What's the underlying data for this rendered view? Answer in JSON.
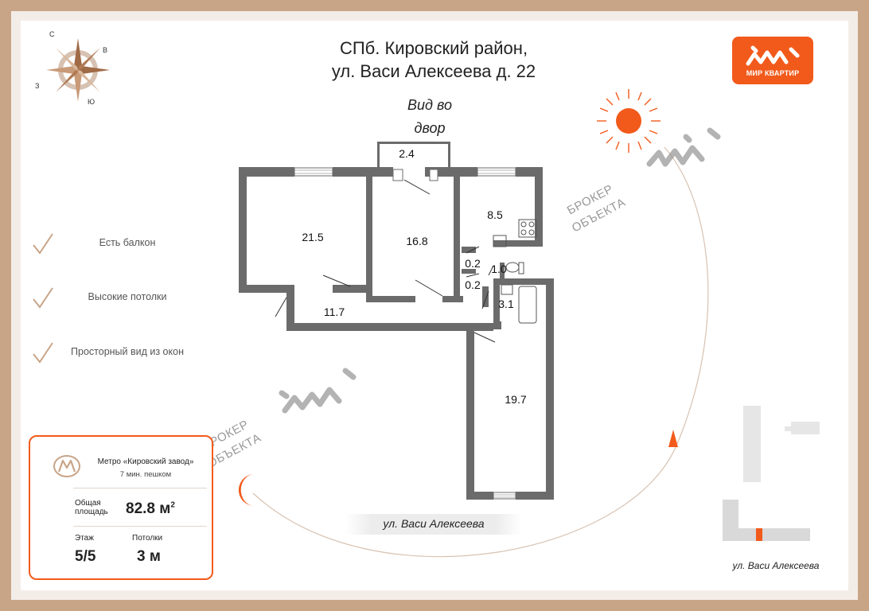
{
  "header": {
    "title_line1": "СПб. Кировский район,",
    "title_line2": "ул. Васи Алексеева д. 22",
    "view_line1": "Вид во",
    "view_line2": "двор"
  },
  "logo": {
    "brand": "МИР КВАРТИР"
  },
  "compass": {
    "north": "С",
    "east": "В",
    "west": "З",
    "south": "Ю"
  },
  "features": [
    {
      "label": "Есть балкон"
    },
    {
      "label": "Высокие потолки"
    },
    {
      "label": "Просторный вид из окон"
    }
  ],
  "rooms": [
    {
      "area": "2.4"
    },
    {
      "area": "21.5"
    },
    {
      "area": "16.8"
    },
    {
      "area": "8.5"
    },
    {
      "area": "0.2"
    },
    {
      "area": "1.0"
    },
    {
      "area": "0.2"
    },
    {
      "area": "3.1"
    },
    {
      "area": "11.7"
    },
    {
      "area": "19.7"
    }
  ],
  "watermark": {
    "line1": "БРОКЕР",
    "line2": "ОБЪЕКТА"
  },
  "info": {
    "metro": "Метро «Кировский завод»",
    "walk": "7 мин. пешком",
    "area_label_1": "Общая",
    "area_label_2": "площадь",
    "area_value": "82.8 м",
    "area_unit_sup": "2",
    "floor_label": "Этаж",
    "floor_value": "5/5",
    "ceiling_label": "Потолки",
    "ceiling_value": "3 м"
  },
  "street": {
    "plan_label": "ул. Васи Алексеева",
    "site_label": "ул. Васи Алексеева"
  },
  "colors": {
    "accent": "#f25a1b",
    "wall": "#6b6b6b",
    "frame": "#c9a588"
  }
}
